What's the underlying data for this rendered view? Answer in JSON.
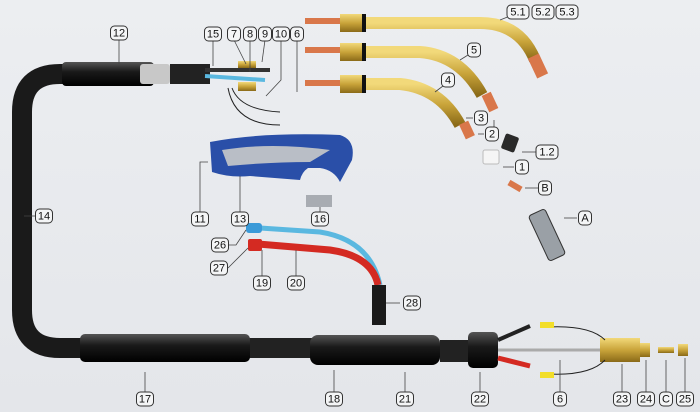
{
  "diagram": {
    "labels": [
      "12",
      "15",
      "7",
      "8",
      "9",
      "10",
      "6",
      "5.1",
      "5.2",
      "5.3",
      "5",
      "4",
      "3",
      "2",
      "1.2",
      "1",
      "B",
      "A",
      "14",
      "11",
      "13",
      "16",
      "26",
      "27",
      "19",
      "20",
      "28",
      "17",
      "18",
      "21",
      "22",
      "6",
      "23",
      "24",
      "C",
      "25"
    ],
    "colors": {
      "cable": "#1a1a1a",
      "brass": "#c9a43a",
      "copper": "#d9774a",
      "handle_blue": "#2a4fa8",
      "handle_grey": "#b9bec6",
      "liner_blue": "#5ab8e0",
      "liner_red": "#d42a22"
    }
  }
}
